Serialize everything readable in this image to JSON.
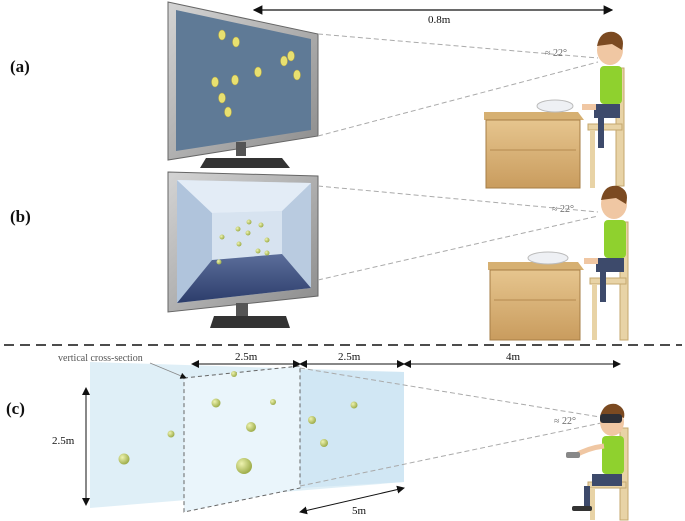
{
  "panels": {
    "a": {
      "label": "(a)",
      "distance": "0.8m",
      "angle": "≈ 22°"
    },
    "b": {
      "label": "(b)",
      "angle": "≈ 22°"
    },
    "c": {
      "label": "(c)",
      "cross_section": "vertical cross-section",
      "dim_top_1": "2.5m",
      "dim_top_2": "2.5m",
      "dim_top_3": "4m",
      "dim_height": "2.5m",
      "dim_depth": "5m",
      "angle": "≈ 22°"
    }
  },
  "colors": {
    "screen_a": "#5f7a96",
    "dot": "#e8e070",
    "ball": "#c9d97a",
    "volume": "#d9ecf6",
    "desk": "#d9b47c",
    "shirt": "#8fd12e"
  }
}
